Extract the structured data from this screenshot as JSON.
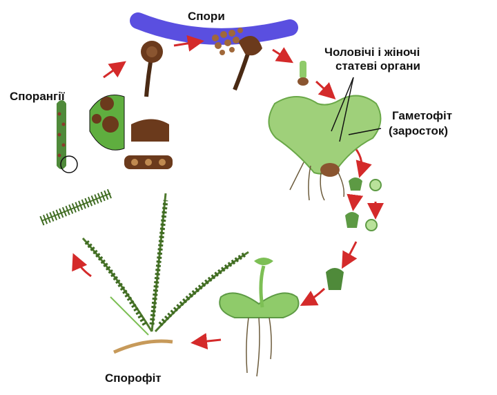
{
  "labels": {
    "spores": "Спори",
    "sex_organs_line1": "Чоловічі і жіночі",
    "sex_organs_line2": "статеві органи",
    "gametophyte_line1": "Гаметофіт",
    "gametophyte_line2": "(заросток)",
    "sporangia": "Спорангії",
    "sporophyte": "Спорофіт"
  },
  "colors": {
    "arrow": "#d42a2a",
    "highlight": "#5a4fe0",
    "leaf": "#4f7a2e",
    "gametophyte": "#9fd07a",
    "sporangium": "#6b3a1c"
  }
}
